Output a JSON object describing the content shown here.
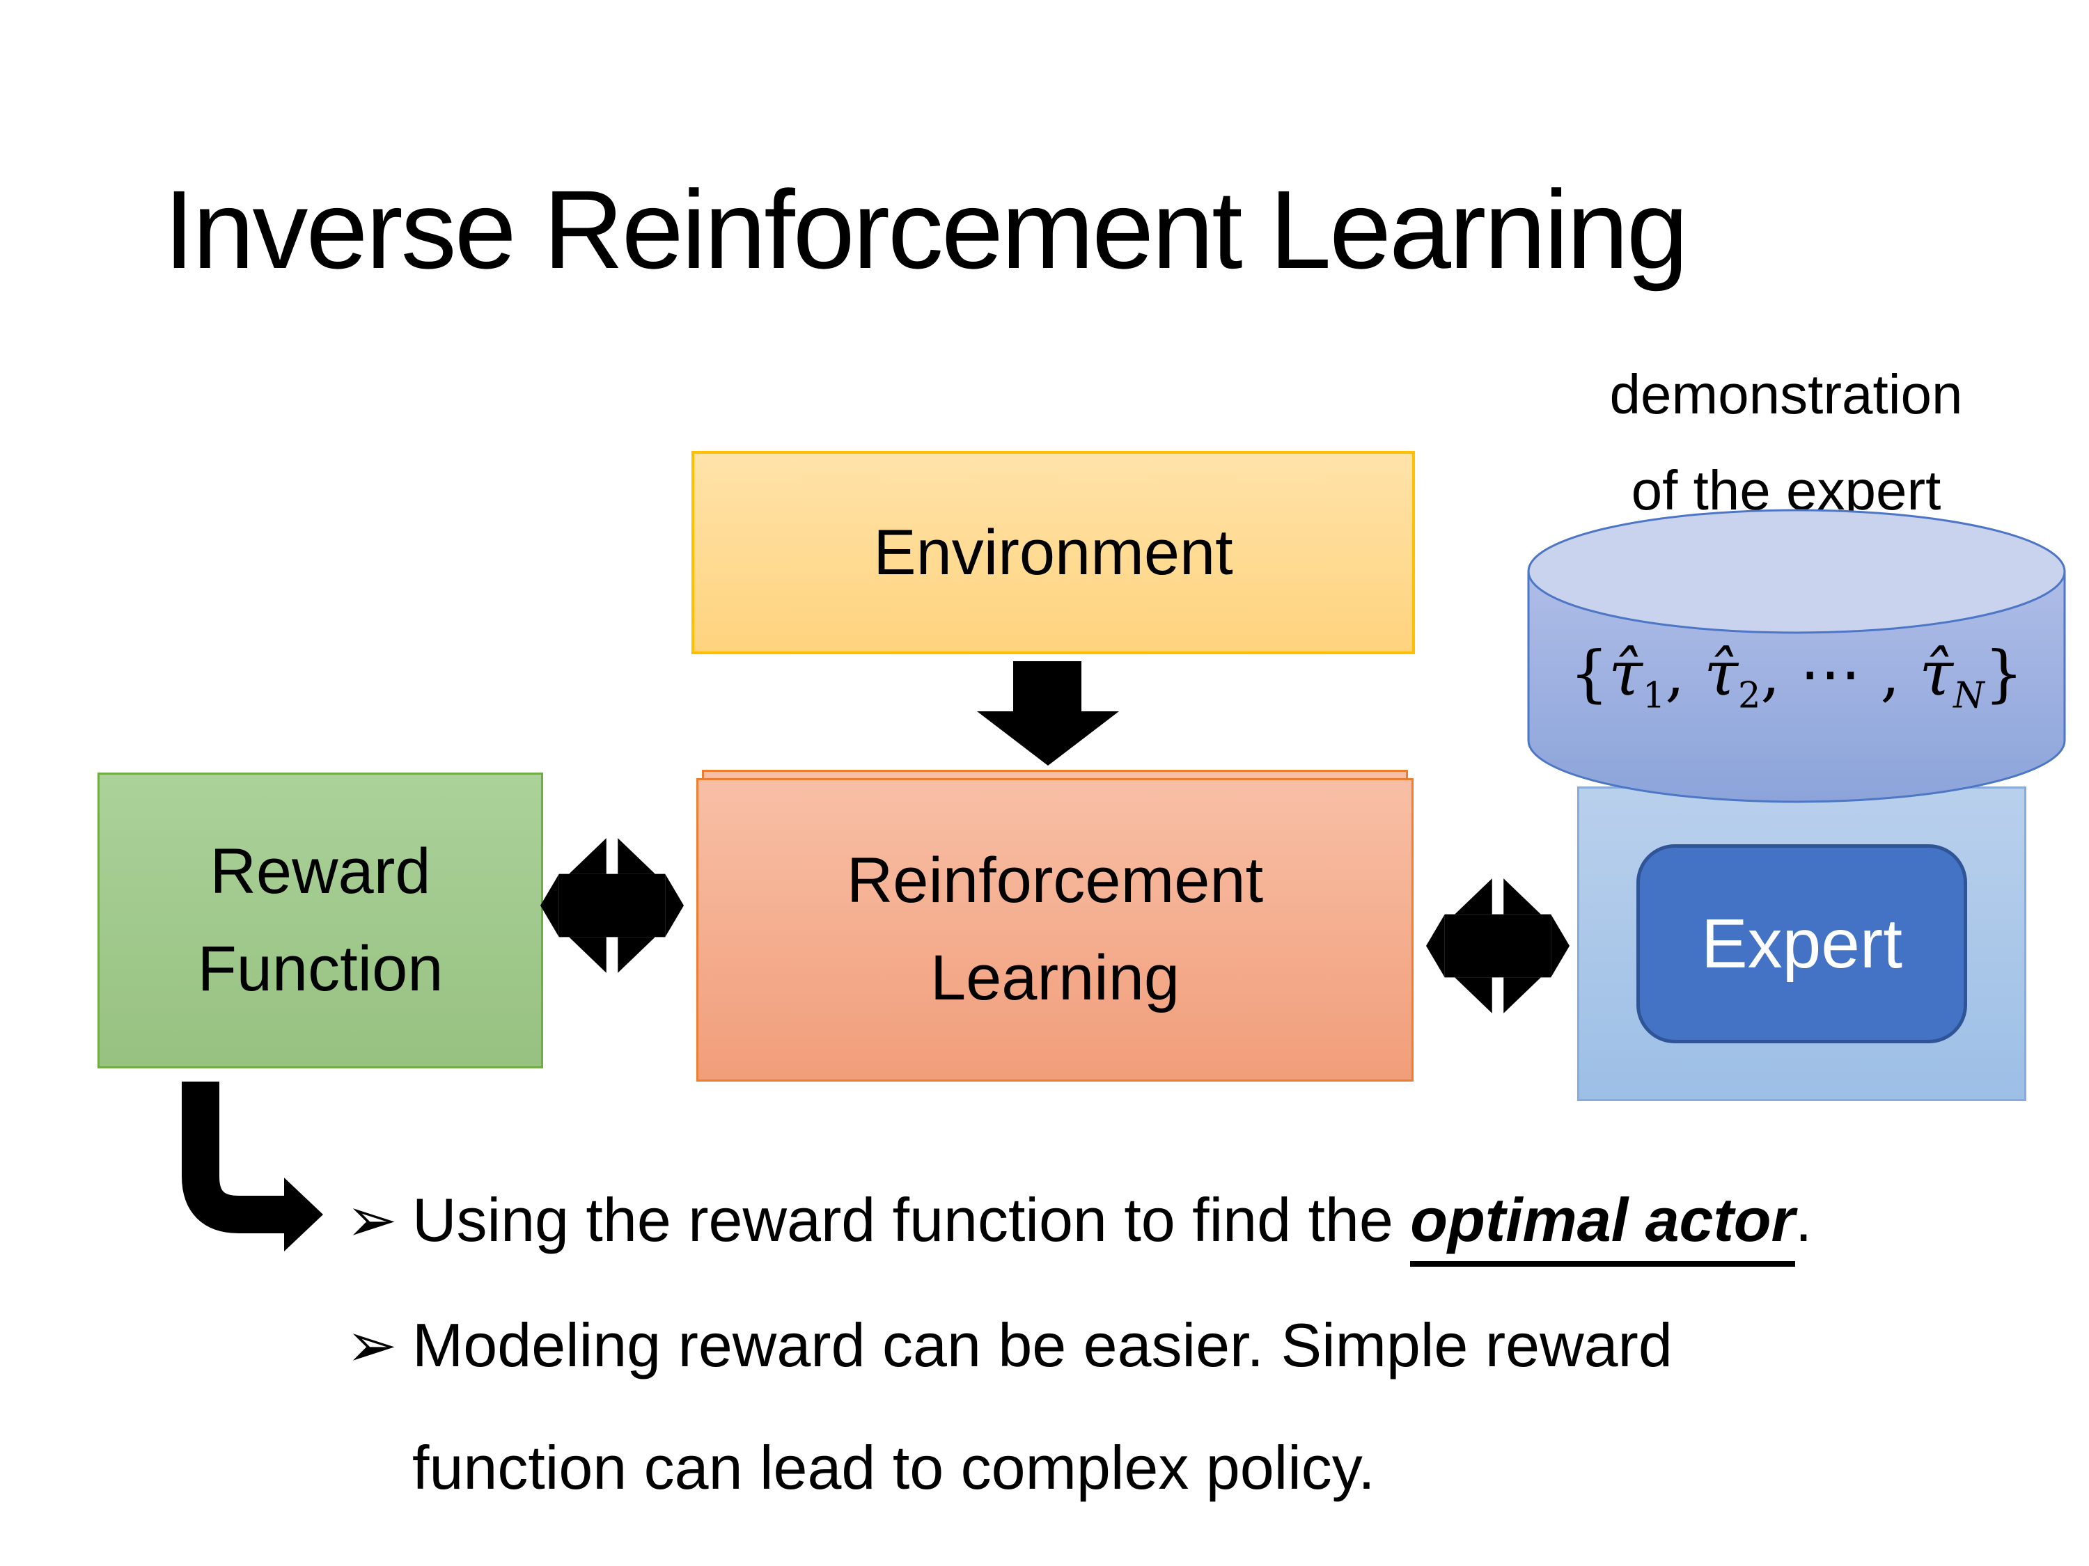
{
  "slide": {
    "title": "Inverse Reinforcement Learning"
  },
  "labels": {
    "demonstration": {
      "line1": "demonstration",
      "line2": "of the expert"
    }
  },
  "cylinder": {
    "math": {
      "open": "{",
      "tau1": "τ̂",
      "sub1": "1",
      "comma1": ", ",
      "tau2": "τ̂",
      "sub2": "2",
      "comma2": ", ",
      "dots": "⋯",
      "comma3": " , ",
      "tau3": "τ̂",
      "subN": "N",
      "close": "}"
    }
  },
  "boxes": {
    "environment": {
      "label": "Environment"
    },
    "reward": {
      "line1": "Reward",
      "line2": "Function"
    },
    "reinforcement_learning": {
      "line1": "Reinforcement",
      "line2": "Learning"
    },
    "expert": {
      "label": "Expert"
    }
  },
  "bullets": {
    "marker": "➢",
    "item1": {
      "prefix": "Using the reward function to find the ",
      "emphasis": "optimal actor",
      "suffix": "."
    },
    "item2": {
      "line1": "Modeling reward can be easier. Simple reward",
      "line2": "function can lead to complex policy."
    }
  },
  "colors": {
    "environment_fill_top": "#FFE3A9",
    "environment_fill_bottom": "#FFD37E",
    "environment_border": "#FFC000",
    "rl_fill_top": "#F8BFA6",
    "rl_fill_bottom": "#F19E7A",
    "rl_border": "#ED7D31",
    "reward_fill_top": "#ABD29A",
    "reward_fill_bottom": "#97C181",
    "reward_border": "#70AD47",
    "cylinder_fill_top": "#AFBDE7",
    "cylinder_fill_bottom": "#8CA4DA",
    "cylinder_top_ellipse": "#C9D3EE",
    "cylinder_border": "#4D76C6",
    "expert_panel_fill_top": "#B9D0EC",
    "expert_panel_fill_bottom": "#9DBFE6",
    "expert_panel_border": "#89ABD9",
    "expert_fill": "#4472C4",
    "expert_border": "#2F5597",
    "expert_text": "#FFFFFF",
    "arrow": "#000000",
    "text": "#000000"
  }
}
